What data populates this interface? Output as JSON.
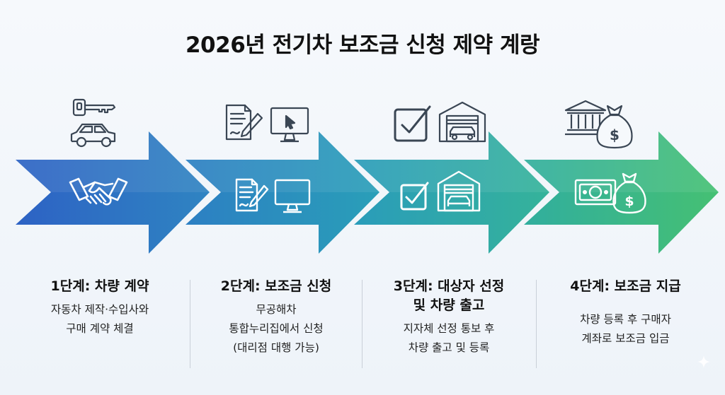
{
  "title": "2026년 전기차 보조금 신청 제약 계랑",
  "colors": {
    "arrow_start": "#2a64c5",
    "arrow_mid": "#2a9bb9",
    "arrow_end": "#3cb87c",
    "icon_stroke": "#3a4654"
  },
  "steps": [
    {
      "heading": "1단계: 차량 계약",
      "desc": [
        "자동차 제작·수입사와",
        "구매 계약 체결"
      ],
      "icons": [
        "key-icon",
        "car-icon",
        "handshake-icon"
      ]
    },
    {
      "heading": "2단계: 보조금 신청",
      "desc": [
        "무공해차",
        "통합누리집에서 신청",
        "(대리점 대행 가능)"
      ],
      "icons": [
        "document-pen-icon",
        "monitor-icon"
      ]
    },
    {
      "heading": "3단계: 대상자 선정",
      "heading2": "및 차량 출고",
      "desc": [
        "지자체 선정 통보 후",
        "차량 출고 및 등록"
      ],
      "icons": [
        "checkbox-icon",
        "garage-icon"
      ]
    },
    {
      "heading": "4단계: 보조금 지급",
      "desc": [
        "차량 등록 후 구매자",
        "계좌로 보조금 입금"
      ],
      "icons": [
        "bank-icon",
        "money-bag-icon",
        "banknote-icon"
      ]
    }
  ]
}
